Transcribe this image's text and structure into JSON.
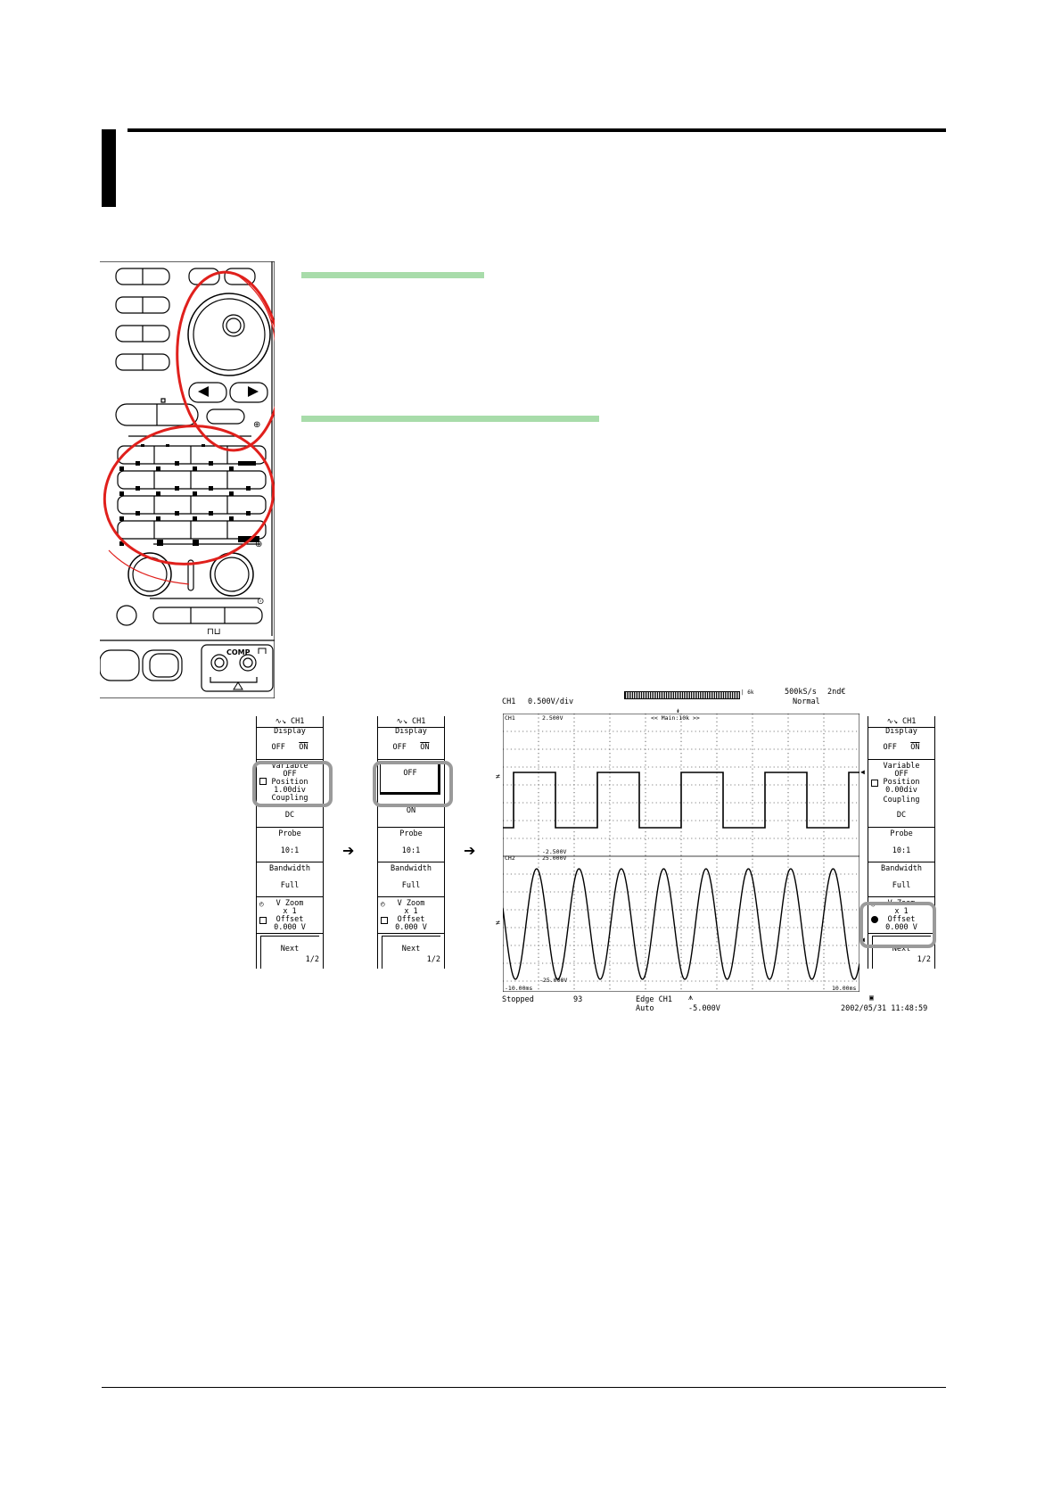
{
  "panel": {
    "comp_label": "COMP"
  },
  "menus": [
    {
      "title": "CH1",
      "display": {
        "label": "Display",
        "off": "OFF",
        "on": "ON"
      },
      "variable": {
        "label": "Variable",
        "state": "OFF",
        "position_label": "Position",
        "position_value": "1.00div"
      },
      "coupling": {
        "label": "Coupling",
        "value": "DC"
      },
      "probe": {
        "label": "Probe",
        "value": "10:1"
      },
      "bandwidth": {
        "label": "Bandwidth",
        "value": "Full"
      },
      "vzoom": {
        "label": "V Zoom",
        "value": "x 1",
        "offset_label": "Offset",
        "offset_value": "0.000 V"
      },
      "next": {
        "label": "Next",
        "page": "1/2"
      }
    },
    {
      "title": "CH1",
      "display": {
        "label": "Display",
        "off": "OFF",
        "on": "ON"
      },
      "popup": {
        "off": "OFF",
        "on": "ON"
      },
      "probe": {
        "label": "Probe",
        "value": "10:1"
      },
      "bandwidth": {
        "label": "Bandwidth",
        "value": "Full"
      },
      "vzoom": {
        "label": "V Zoom",
        "value": "x 1",
        "offset_label": "Offset",
        "offset_value": "0.000 V"
      },
      "next": {
        "label": "Next",
        "page": "1/2"
      }
    },
    {
      "title": "CH1",
      "display": {
        "label": "Display",
        "off": "OFF",
        "on": "ON"
      },
      "variable": {
        "label": "Variable",
        "state": "OFF",
        "position_label": "Position",
        "position_value": "0.00div"
      },
      "coupling": {
        "label": "Coupling",
        "value": "DC"
      },
      "probe": {
        "label": "Probe",
        "value": "10:1"
      },
      "bandwidth": {
        "label": "Bandwidth",
        "value": "Full"
      },
      "vzoom": {
        "label": "V Zoom",
        "value": "x 1",
        "offset_label": "Offset",
        "offset_value": "0.000 V"
      },
      "next": {
        "label": "Next",
        "page": "1/2"
      }
    }
  ],
  "scope": {
    "channel_label": "CH1",
    "vdiv": "0.500V/div",
    "sample_rate": "500kS/s",
    "record_length": "2nd€",
    "acq_mode": "Normal",
    "main_label": "<< Main:10k >>",
    "ch1_tag": "CH1",
    "ch1_top": "2.500V",
    "ch1_bottom": "-2.500V",
    "ch2_tag": "CH2",
    "ch2_top": "25.000V",
    "ch2_bottom": "-25.000V",
    "time_left": "-10.00ms",
    "time_right": "10.00ms",
    "status": "Stopped",
    "count": "93",
    "trigger_type": "Edge CH1",
    "trigger_mode": "Auto",
    "trigger_level": "-5.000V",
    "datetime": "2002/05/31 11:48:59"
  },
  "colors": {
    "highlight_red": "#e0201c",
    "accent_green": "#a8dcaa",
    "callout_gray": "#9a9a9a"
  }
}
